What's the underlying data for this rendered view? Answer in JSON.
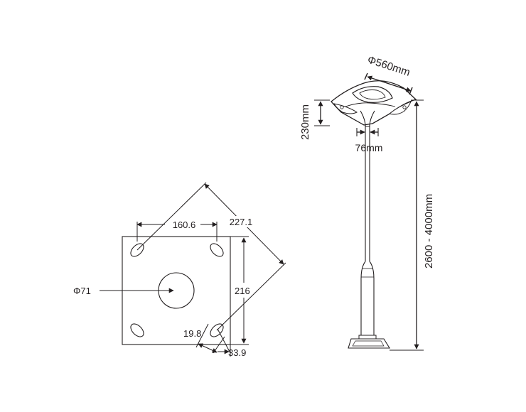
{
  "colors": {
    "line": "#231f20",
    "background": "#ffffff"
  },
  "base_plate": {
    "hole_spacing_label": "160.6",
    "diagonal_label": "227.1",
    "center_hole_label": "Φ71",
    "plate_size_label": "216",
    "slot_offset_label": "19.8",
    "edge_offset_label": "33.9"
  },
  "lamp": {
    "head_diameter_label": "Φ560mm",
    "head_height_label": "230mm",
    "pole_diameter_label": "76mm",
    "total_height_label": "2600 - 4000mm"
  }
}
